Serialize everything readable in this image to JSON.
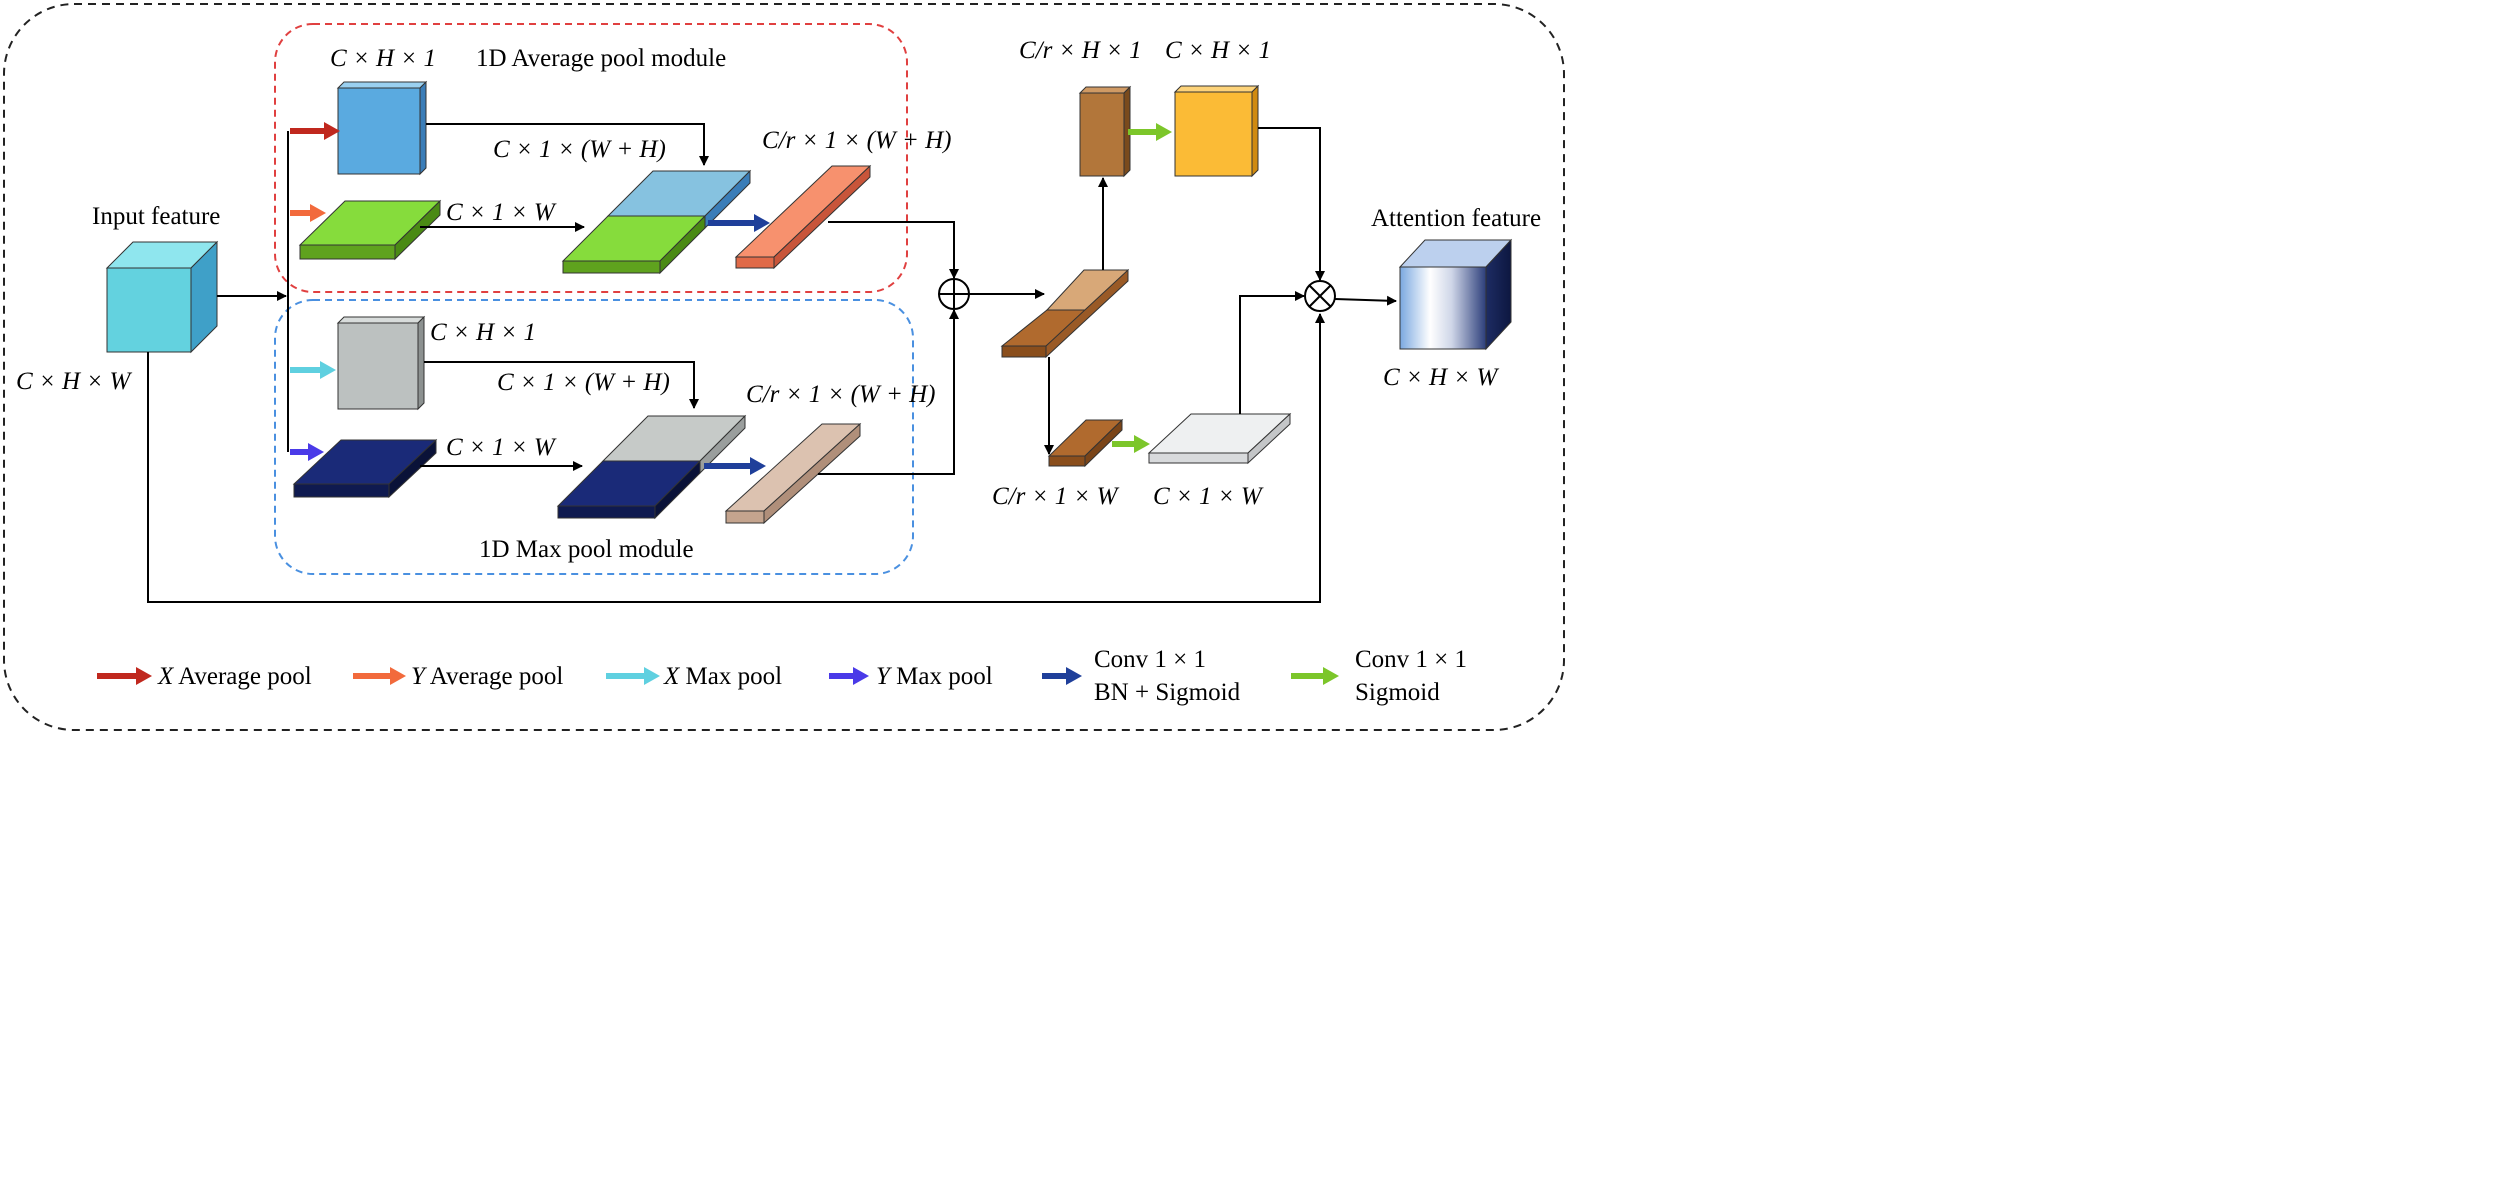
{
  "labels": {
    "input_feature": "Input feature",
    "input_dims": "C × H × W",
    "attention_feature": "Attention feature",
    "attention_dims": "C × H × W",
    "avg_module": "1D Average pool module",
    "max_module": "1D Max pool module",
    "avg_x_dims": "C × H × 1",
    "avg_y_dims": "C × 1 × W",
    "avg_concat_dims": "C × 1 × (W + H)",
    "avg_reduced_dims": "C/r × 1 × (W + H)",
    "max_x_dims": "C × H × 1",
    "max_y_dims": "C × 1 × W",
    "max_concat_dims": "C × 1 × (W + H)",
    "max_reduced_dims": "C/r × 1 × (W + H)",
    "h_reduced_dims": "C/r × H × 1",
    "h_out_dims": "C × H × 1",
    "w_reduced_dims": "C/r × 1 × W",
    "w_out_dims": "C × 1 × W",
    "plus_symbol": "⊕",
    "times_symbol": "⊗"
  },
  "legend": [
    {
      "label": "X Average pool",
      "italic": "X",
      "rest": " Average pool",
      "color": "#c0281e"
    },
    {
      "label": "Y Average pool",
      "italic": "Y",
      "rest": " Average pool",
      "color": "#f26a3c"
    },
    {
      "label": "X Max pool",
      "italic": "X",
      "rest": " Max pool",
      "color": "#5fd0e0"
    },
    {
      "label": "Y Max pool",
      "italic": "Y",
      "rest": " Max pool",
      "color": "#4a3ae8"
    },
    {
      "label_line1": "Conv 1 × 1",
      "label_line2": "BN + Sigmoid",
      "color": "#1f3f9a"
    },
    {
      "label_line1": "Conv 1 × 1",
      "label_line2": "Sigmoid",
      "color": "#7cc62a"
    }
  ],
  "colors": {
    "input_cube": "#63d2df",
    "avg_x_block": "#5aaae0",
    "avg_y_block": "#86dc3c",
    "avg_concat_top": "#86c2e0",
    "avg_reduced": "#f7916e",
    "max_x_block": "#bcc1c0",
    "max_y_block": "#1a2a78",
    "max_concat_top": "#c6cac8",
    "max_reduced": "#dcc2b0",
    "fused": "#b06a2e",
    "h_reduced": "#b2763a",
    "h_out": "#fbbb36",
    "w_out": "#eef0f1",
    "avg_module_border": "#e04040",
    "max_module_border": "#4a90e0"
  }
}
